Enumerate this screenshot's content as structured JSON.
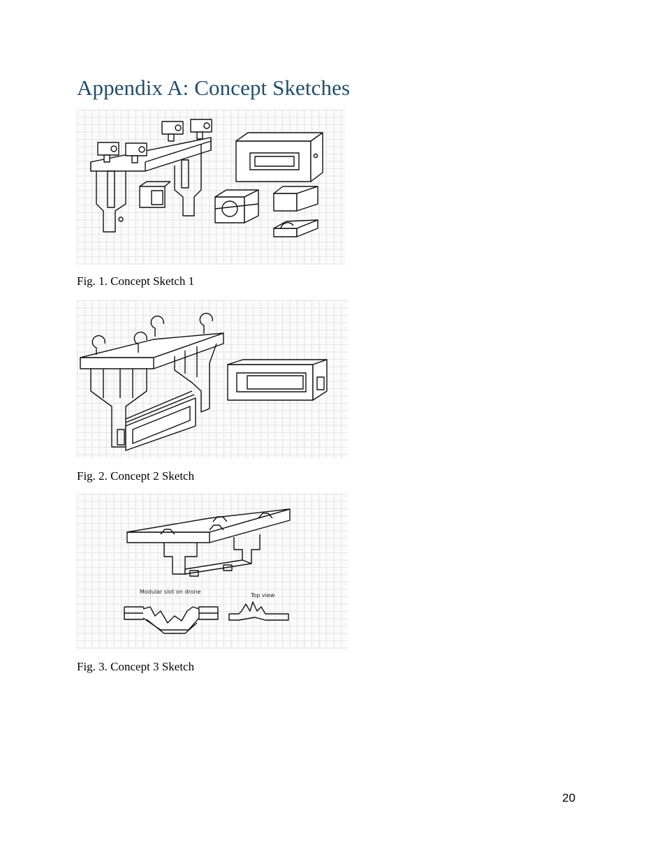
{
  "page": {
    "heading": "Appendix A: Concept Sketches",
    "page_number": "20"
  },
  "figures": [
    {
      "caption": "Fig. 1. Concept Sketch 1",
      "description": "Isometric sketch on grid paper: bar with four box-shaped clamps on posts, three forked legs underneath, a small housing box; separate rectangular frame box and two split clamp blocks with semicircular cutouts"
    },
    {
      "caption": "Fig. 2. Concept 2 Sketch",
      "description": "Isometric sketch on grid paper: plate with four hooks on top, two forked leg pairs holding a long rectangular tray; separate rectangular frame box"
    },
    {
      "caption": "Fig. 3. Concept 3 Sketch",
      "description": "Isometric sketch on grid paper: plate with four bracket mounts on top, stepped legs holding a rail with two clips; below, modular slot profile and its top view",
      "annotations": [
        "Modular slot on drone",
        "Top view"
      ]
    }
  ]
}
